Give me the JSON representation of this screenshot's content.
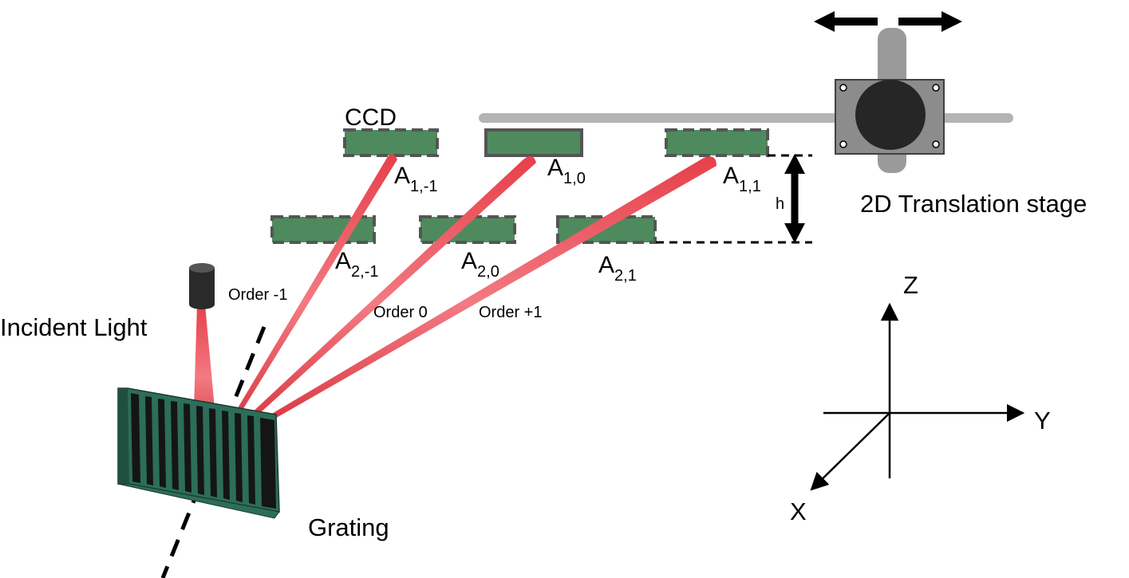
{
  "labels": {
    "ccd": "CCD",
    "stage": "2D Translation stage",
    "incident_light": "Incident  Light",
    "grating": "Grating",
    "height": "h"
  },
  "orders": {
    "minus1": "Order  -1",
    "zero": "Order  0",
    "plus1": "Order  +1"
  },
  "positions": {
    "a1m1": {
      "base": "A",
      "sub": "1,-1"
    },
    "a10": {
      "base": "A",
      "sub": "1,0"
    },
    "a11": {
      "base": "A",
      "sub": "1,1"
    },
    "a2m1": {
      "base": "A",
      "sub": "2,-1"
    },
    "a20": {
      "base": "A",
      "sub": "2,0"
    },
    "a21": {
      "base": "A",
      "sub": "2,1"
    }
  },
  "axes": {
    "x": "X",
    "y": "Y",
    "z": "Z"
  },
  "colors": {
    "beam": "#e0303c",
    "ccd_fill": "#4f8a5e",
    "grating": "#2c6e5a",
    "stage_gray": "#8c8c8c",
    "rail_gray": "#b4b4b4"
  }
}
